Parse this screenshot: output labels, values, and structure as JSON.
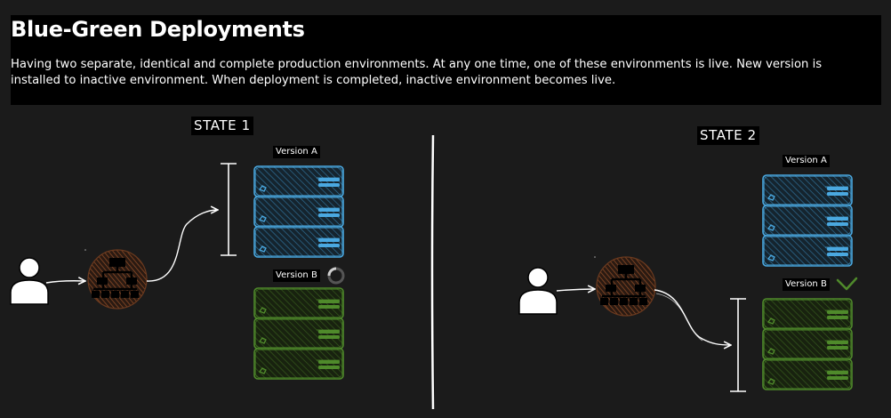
{
  "header": {
    "title": "Blue-Green Deployments",
    "description": "Having two separate, identical and complete production environments. At any one time, one of these environments is live. New version is installed to inactive environment. When deployment is completed, inactive environment becomes live."
  },
  "state1": {
    "label": "STATE 1",
    "version_a_label": "Version A",
    "version_b_label": "Version B",
    "live": "Version A"
  },
  "state2": {
    "label": "STATE 2",
    "version_a_label": "Version A",
    "version_b_label": "Version B",
    "live": "Version B"
  },
  "icons": {
    "user": "user-icon",
    "load_balancer": "network-hierarchy-icon",
    "server": "server-icon",
    "in_progress": "loading-spinner-icon",
    "done": "checkmark-icon"
  },
  "colors": {
    "background": "#1b1b1b",
    "blue": "#4aa8e0",
    "green": "#4f8a2b",
    "load_balancer": "#7a3f22"
  }
}
